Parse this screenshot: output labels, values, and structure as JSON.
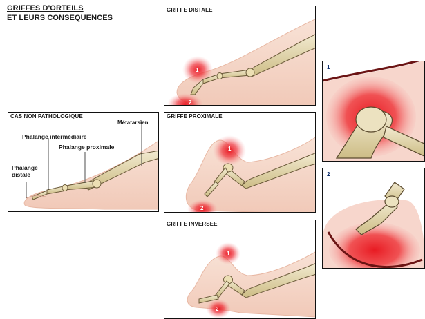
{
  "title": {
    "line1": "GRIFFES D'ORTEILS",
    "line2": "ET LEURS CONSEQUENCES"
  },
  "panels": {
    "normal": {
      "title": "CAS NON PATHOLOGIQUE",
      "labels": {
        "metatarsien": "Métatarsien",
        "phalange_intermediaire": "Phalange intermédiaire",
        "phalange_proximale": "Phalange proximale",
        "phalange_distale": "Phalange\ndistale"
      }
    },
    "distale": {
      "title": "GRIFFE DISTALE",
      "markers": [
        "1",
        "2"
      ]
    },
    "proximale": {
      "title": "GRIFFE PROXIMALE",
      "markers": [
        "1",
        "2"
      ]
    },
    "inversee": {
      "title": "GRIFFE INVERSEE",
      "markers": [
        "1",
        "2"
      ]
    },
    "zoom1": {
      "number": "1"
    },
    "zoom2": {
      "number": "2"
    }
  },
  "colors": {
    "skin": "#f5d6c8",
    "skin_edge": "#e9b8a6",
    "bone": "#e8ddb0",
    "bone_edge": "#6b5a3a",
    "inflammation": "#e8202a"
  }
}
